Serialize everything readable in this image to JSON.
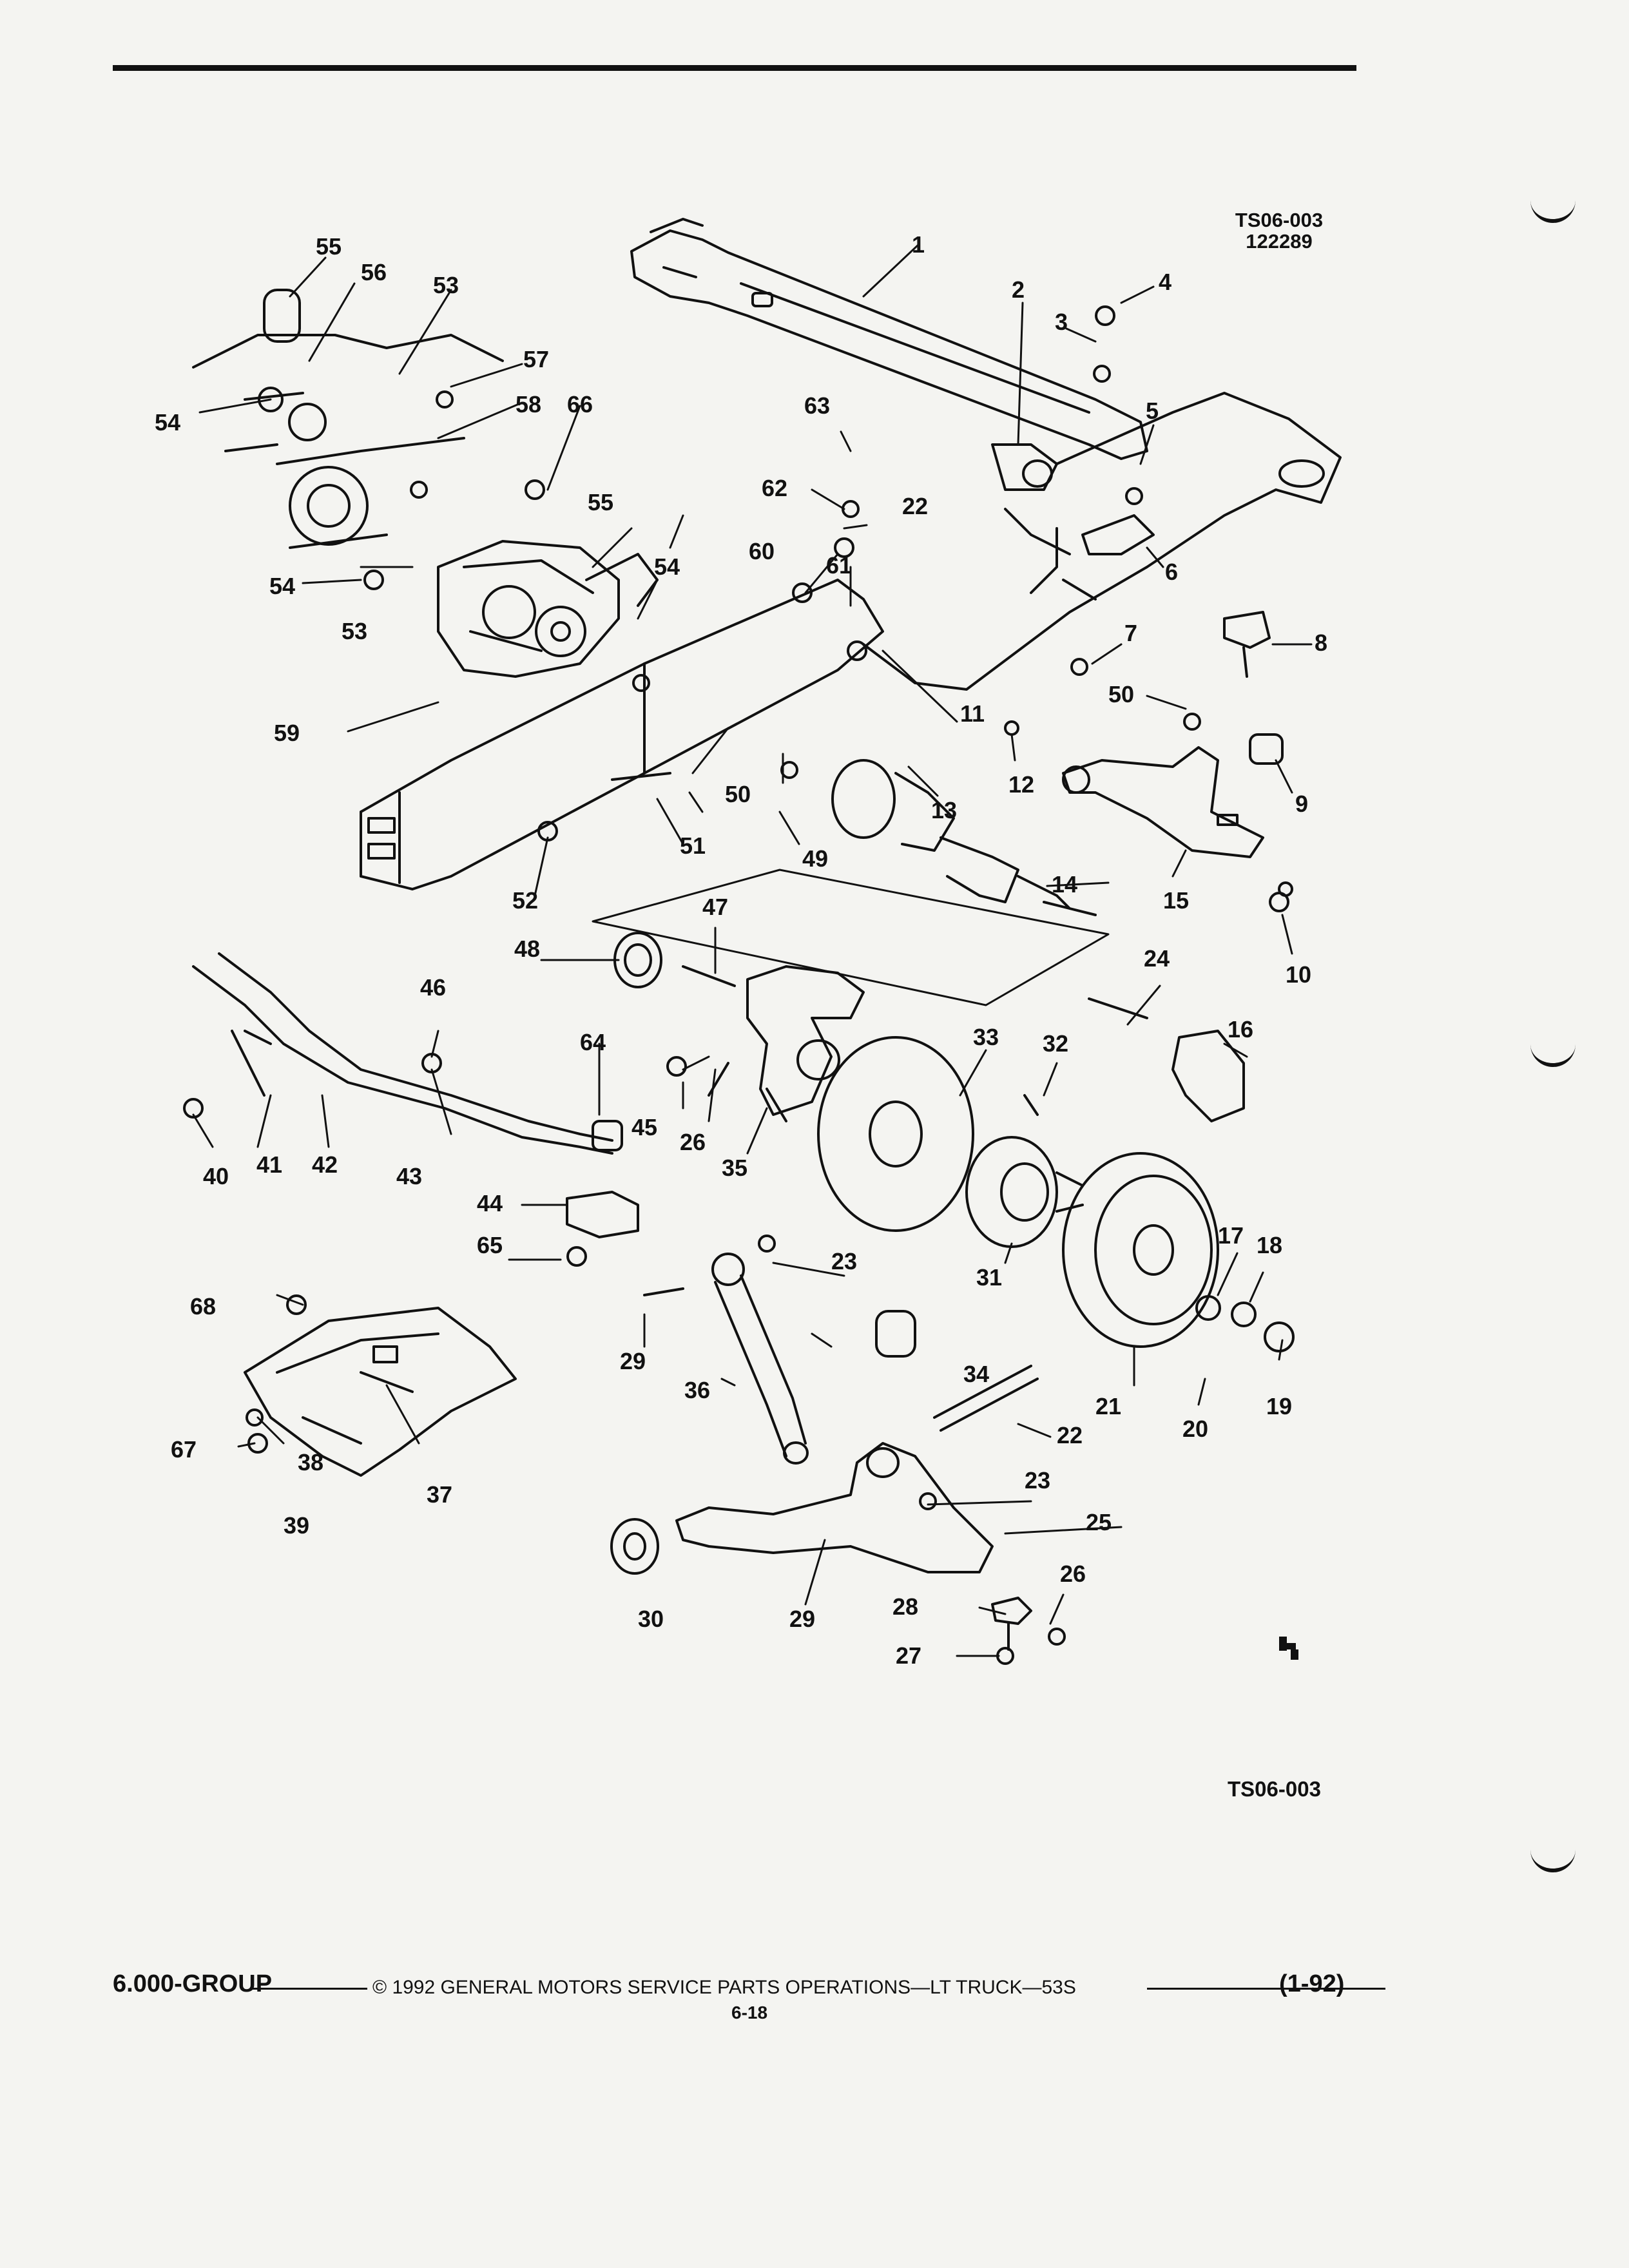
{
  "header": {
    "figure_code_top": "TS06-003",
    "figure_number": "122289"
  },
  "figure": {
    "callouts": [
      "1",
      "2",
      "3",
      "4",
      "5",
      "6",
      "7",
      "8",
      "9",
      "10",
      "11",
      "12",
      "13",
      "14",
      "15",
      "16",
      "17",
      "18",
      "19",
      "20",
      "21",
      "22",
      "22",
      "23",
      "23",
      "24",
      "25",
      "26",
      "26",
      "27",
      "28",
      "29",
      "29",
      "30",
      "31",
      "32",
      "33",
      "34",
      "35",
      "36",
      "37",
      "38",
      "39",
      "40",
      "41",
      "42",
      "43",
      "44",
      "45",
      "46",
      "47",
      "48",
      "49",
      "50",
      "50",
      "51",
      "52",
      "53",
      "53",
      "54",
      "54",
      "54",
      "55",
      "55",
      "56",
      "57",
      "58",
      "59",
      "60",
      "61",
      "62",
      "63",
      "64",
      "65",
      "66",
      "67",
      "68"
    ],
    "figure_code_bottom": "TS06-003"
  },
  "footer": {
    "group": "6.000-GROUP",
    "copyright": "© 1992 GENERAL MOTORS SERVICE PARTS OPERATIONS—LT TRUCK—53S",
    "page": "6-18",
    "revision": "(1-92)"
  }
}
